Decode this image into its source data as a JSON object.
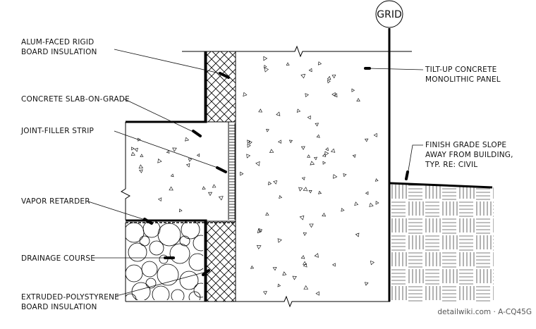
{
  "grid_label": "GRID",
  "labels": {
    "alum_faced_1": "ALUM-FACED RIGID",
    "alum_faced_2": "BOARD INSULATION",
    "slab_on_grade": "CONCRETE SLAB-ON-GRADE",
    "joint_filler": "JOINT-FILLER STRIP",
    "vapor_retarder": "VAPOR RETARDER",
    "drainage_course": "DRAINAGE COURSE",
    "xps_1": "EXTRUDED-POLYSTYRENE",
    "xps_2": "BOARD INSULATION",
    "tilt_up_1": "TILT-UP CONCRETE",
    "tilt_up_2": "MONOLITHIC PANEL",
    "grade_1": "FINISH GRADE SLOPE",
    "grade_2": "AWAY FROM BUILDING,",
    "grade_3": "TYP. RE: CIVIL"
  },
  "watermark": "detailwiki.com · A-CQ45G"
}
